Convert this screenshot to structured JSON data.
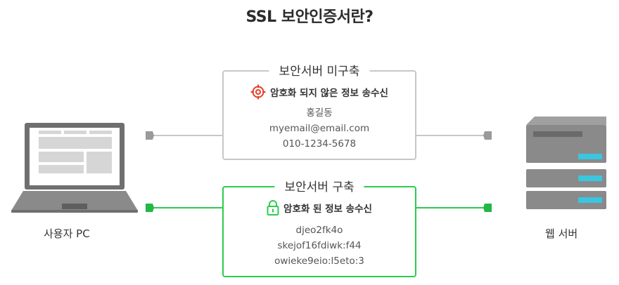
{
  "title": "SSL 보안인증서란?",
  "client": {
    "label": "사용자 PC",
    "icon": "laptop-icon"
  },
  "server": {
    "label": "웹 서버",
    "icon": "server-icon"
  },
  "insecure": {
    "heading": "보안서버 미구축",
    "status": "암호화 되지 않은  정보 송수신",
    "status_icon": "target-icon",
    "lines": [
      "홍길동",
      "myemail@email.com",
      "010-1234-5678"
    ],
    "color": "#c7c7c7",
    "icon_color": "#e2412c"
  },
  "secure": {
    "heading": "보안서버 구축",
    "status": "암호화 된 정보 송수신",
    "status_icon": "lock-icon",
    "lines": [
      "djeo2fk4o",
      "skejof16fdiwk:f44",
      "owieke9eio:l5eto:3"
    ],
    "color": "#2bcc4e"
  }
}
